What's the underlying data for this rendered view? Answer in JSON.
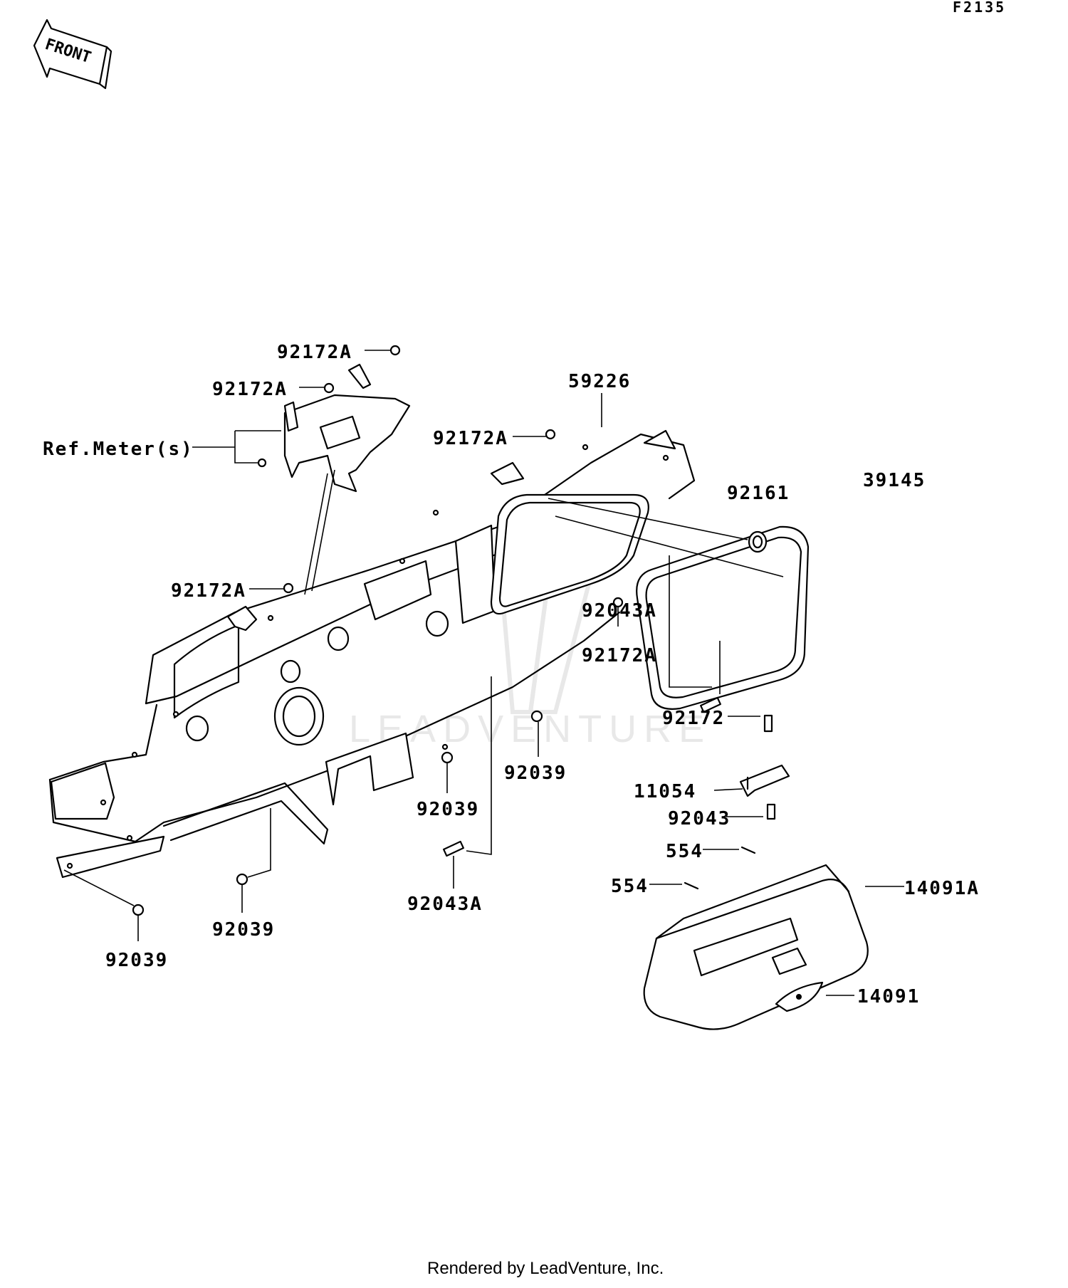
{
  "figure_code": "F2135",
  "front_indicator": "FRONT",
  "watermark": "LEADVENTURE",
  "footer": "Rendered by LeadVenture, Inc.",
  "callouts": {
    "c_92172A_top": "92172A",
    "c_92172A_second": "92172A",
    "c_ref_meter": "Ref.Meter(s)",
    "c_92172A_mid": "92172A",
    "c_59226": "59226",
    "c_92161": "92161",
    "c_39145": "39145",
    "c_92172A_left": "92172A",
    "c_92172A_center": "92172A",
    "c_92043A_right": "92043A",
    "c_92172": "92172",
    "c_92039_center": "92039",
    "c_11054": "11054",
    "c_92039_mid": "92039",
    "c_92043": "92043",
    "c_554_a": "554",
    "c_554_b": "554",
    "c_14091A": "14091A",
    "c_92043A_bottom": "92043A",
    "c_92039_low": "92039",
    "c_92039_bottom": "92039",
    "c_14091": "14091"
  }
}
